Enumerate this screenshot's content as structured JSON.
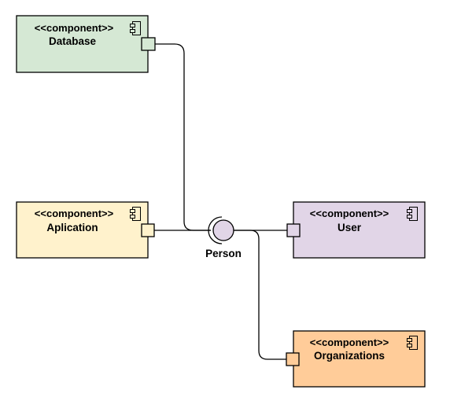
{
  "diagram": {
    "type": "uml-component-diagram",
    "components": [
      {
        "id": "database",
        "stereotype": "<<component>>",
        "name": "Database",
        "fill": "#d5e8d4"
      },
      {
        "id": "aplication",
        "stereotype": "<<component>>",
        "name": "Aplication",
        "fill": "#fff2cc"
      },
      {
        "id": "user",
        "stereotype": "<<component>>",
        "name": "User",
        "fill": "#e1d5e7"
      },
      {
        "id": "organizations",
        "stereotype": "<<component>>",
        "name": "Organizations",
        "fill": "#ffcc99"
      }
    ],
    "interface": {
      "name": "Person",
      "fill": "#e1d5e7"
    },
    "connections": [
      {
        "from": "database",
        "to": "interface"
      },
      {
        "from": "aplication",
        "to": "interface"
      },
      {
        "from": "interface",
        "to": "user"
      },
      {
        "from": "interface",
        "to": "organizations"
      }
    ],
    "colors": {
      "stroke": "#000000",
      "background": "#ffffff"
    }
  }
}
